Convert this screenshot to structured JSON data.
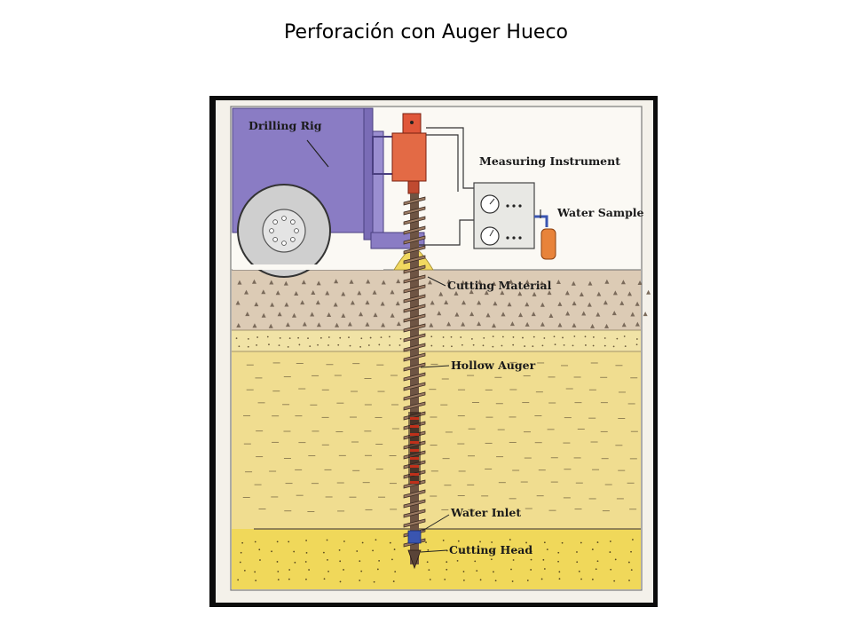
{
  "page": {
    "title": "Perforación con Auger Hueco"
  },
  "diagram": {
    "labels": {
      "drilling_rig": "Drilling Rig",
      "measuring_instrument": "Measuring Instrument",
      "water_sample": "Water Sample",
      "cutting_material": "Cutting Material",
      "hollow_auger": "Hollow Auger",
      "water_inlet": "Water Inlet",
      "cutting_head": "Cutting Head"
    },
    "colors": {
      "rig": "#8a7cc4",
      "rig_head": "#e0573a",
      "gauge_panel": "#e8e8e4",
      "sample_bottle": "#e8833a",
      "cutting_layer": "#dccbb5",
      "sand_layer": "#f1e3a6",
      "silt_layer": "#f0dd90",
      "bottom_layer": "#f0d85a",
      "auger": "#8a6a55",
      "water_inlet": "#3a55b0"
    }
  }
}
